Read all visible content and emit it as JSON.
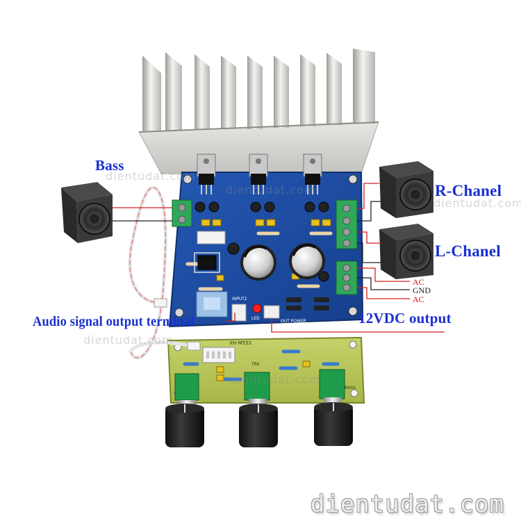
{
  "labels": {
    "bass": "Bass",
    "r_channel": "R-Chanel",
    "l_channel": "L-Chanel",
    "audio_output": "Audio signal output terminal",
    "dc_output": "12VDC output",
    "ac1": "AC",
    "gnd": "GND",
    "ac2": "AC"
  },
  "watermark": "dientudat.com",
  "brand": "dientudat.com",
  "silkscreen": {
    "tone_board": "XH-M553",
    "tre": "TRE",
    "bass_pot": "BASS",
    "input": "INPUT2",
    "led": "LED",
    "out_power": "OUT POWER"
  },
  "colors": {
    "label_blue": "#1a2fd0",
    "wire_red": "#d42020",
    "pcb_blue": "#1c4fa8",
    "heatsink": "#dcdcd8",
    "terminal_green": "#2fa85a"
  }
}
